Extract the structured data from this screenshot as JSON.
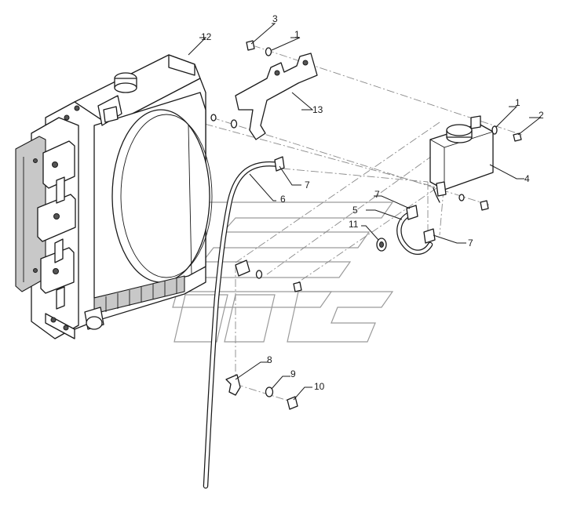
{
  "callouts": [
    {
      "id": "c1a",
      "text": "1"
    },
    {
      "id": "c1b",
      "text": "1"
    },
    {
      "id": "c2",
      "text": "2"
    },
    {
      "id": "c3",
      "text": "3"
    },
    {
      "id": "c4",
      "text": "4"
    },
    {
      "id": "c5",
      "text": "5"
    },
    {
      "id": "c6",
      "text": "6"
    },
    {
      "id": "c7a",
      "text": "7"
    },
    {
      "id": "c7b",
      "text": "7"
    },
    {
      "id": "c7c",
      "text": "7"
    },
    {
      "id": "c8",
      "text": "8"
    },
    {
      "id": "c9",
      "text": "9"
    },
    {
      "id": "c10",
      "text": "10"
    },
    {
      "id": "c11",
      "text": "11"
    },
    {
      "id": "c12",
      "text": "12"
    },
    {
      "id": "c13",
      "text": "13"
    }
  ]
}
